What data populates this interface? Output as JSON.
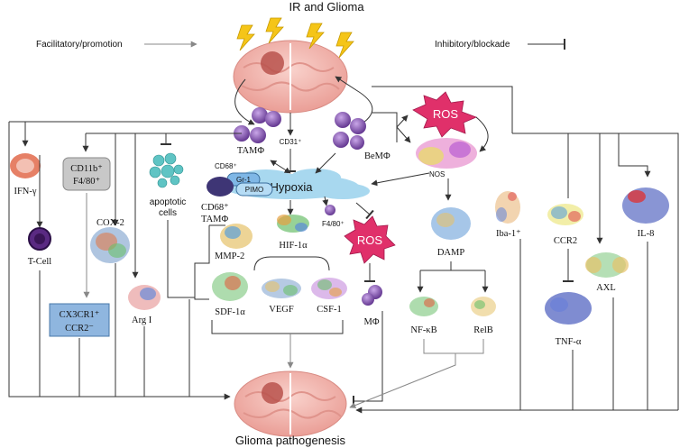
{
  "title": "IR and Glioma",
  "bottom_title": "Glioma pathogenesis",
  "legend": {
    "facilitatory": "Facilitatory/promotion",
    "inhibitory": "Inhibitory/blockade"
  },
  "labels": {
    "tam": "TAMΦ",
    "bem": "BeMΦ",
    "cd31": "CD31⁺",
    "hypoxia": "Hypoxia",
    "gr1": "Gr-1",
    "pimo": "PIMO",
    "cd68_small": "CD68⁺",
    "cd68_tam_1": "CD68⁺",
    "cd68_tam_2": "TAMΦ",
    "ifn": "IFN-γ",
    "tcell": "T-Cell",
    "cd11b_1": "CD11b⁺",
    "cd11b_2": "F4/80⁺",
    "cx3cr1_1": "CX3CR1⁺",
    "cx3cr1_2": "CCR2⁻",
    "apoptotic_1": "apoptotic",
    "apoptotic_2": "cells",
    "cox2": "COX-2",
    "arg1": "Arg I",
    "mmp2": "MMP-2",
    "hif": "HIF-1α",
    "sdf": "SDF-1α",
    "vegf": "VEGF",
    "csf": "CSF-1",
    "f480": "F4/80⁺",
    "ros_top": "ROS",
    "ros_mid": "ROS",
    "nos": "NOS",
    "damp": "DAMP",
    "mphi": "MΦ",
    "nfkb": "NF-κB",
    "relb": "RelB",
    "iba": "Iba-1⁺",
    "ccr2": "CCR2",
    "il8": "IL-8",
    "axl": "AXL",
    "tnf": "TNF-α"
  },
  "colors": {
    "brain": "#f2b8b0",
    "brain_dark": "#e07f78",
    "tumor": "#b8524c",
    "lightning": "#f5c518",
    "macrophage": "#7b4fa8",
    "ros": "#e0306a",
    "hypoxia_cloud": "#a8d8ef",
    "cd11b_box": "#c8c8c8",
    "cx3cr1_box": "#8fb6df"
  }
}
